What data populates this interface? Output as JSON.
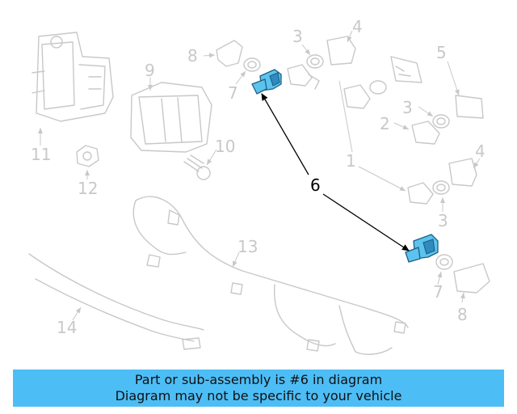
{
  "highlighted_part": {
    "callout": "6",
    "color": "#5bc3ee"
  },
  "callouts": {
    "c1": "1",
    "c2": "2",
    "c3a": "3",
    "c3b": "3",
    "c3c": "3",
    "c4a": "4",
    "c4b": "4",
    "c5": "5",
    "c6": "6",
    "c7a": "7",
    "c7b": "7",
    "c8a": "8",
    "c8b": "8",
    "c9": "9",
    "c10": "10",
    "c11": "11",
    "c12": "12",
    "c13": "13",
    "c14": "14"
  },
  "banner": {
    "line1": "Part or sub-assembly is #6 in diagram",
    "line2": "Diagram may not be specific to your vehicle",
    "background": "#4dbdf5"
  }
}
